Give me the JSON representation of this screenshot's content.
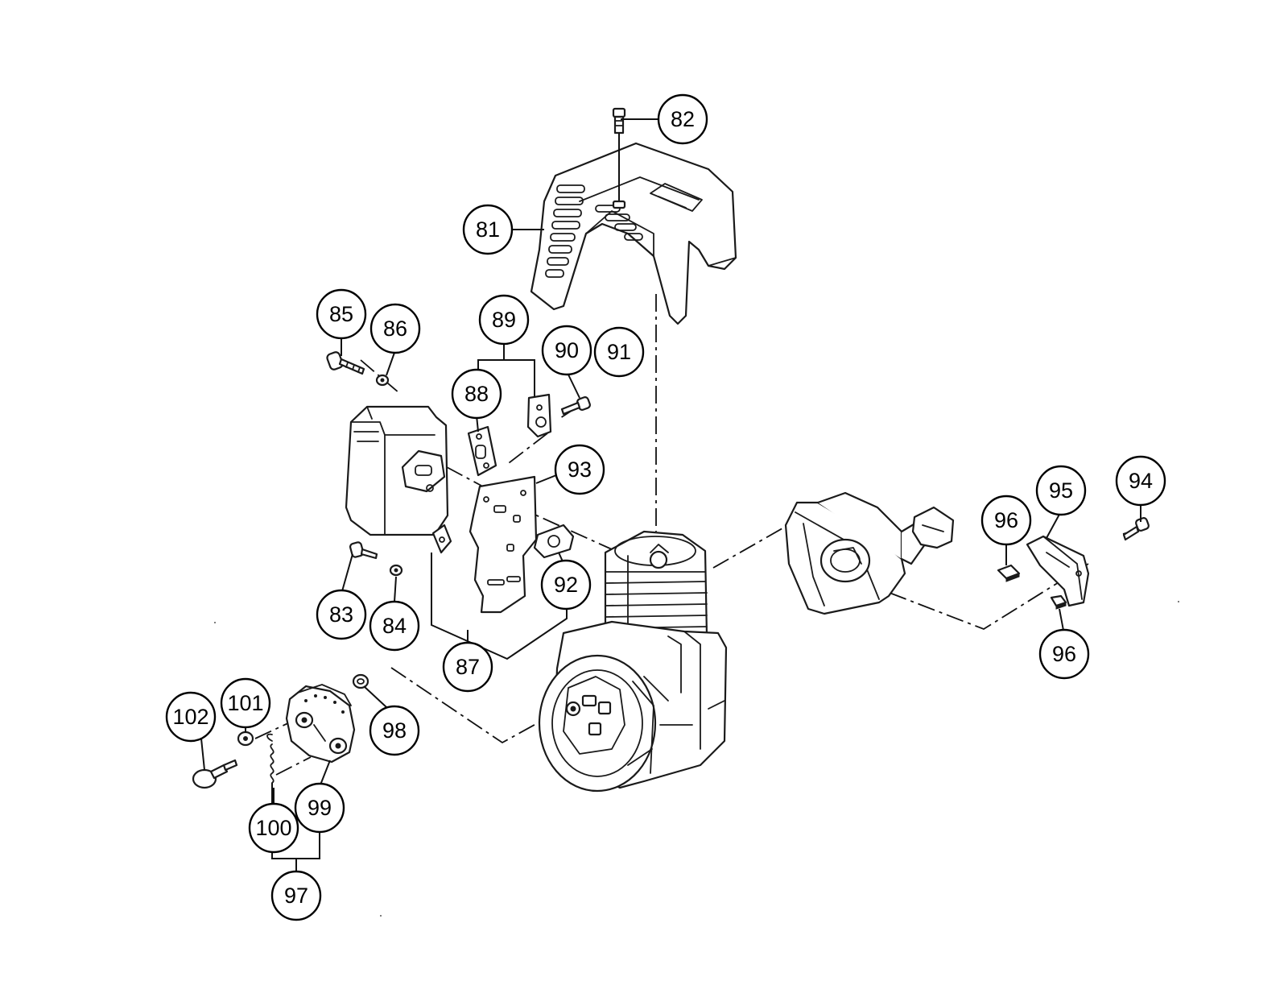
{
  "diagram": {
    "callouts": {
      "c81": "81",
      "c82": "82",
      "c83": "83",
      "c84": "84",
      "c85": "85",
      "c86": "86",
      "c87": "87",
      "c88": "88",
      "c89": "89",
      "c90": "90",
      "c91": "91",
      "c92": "92",
      "c93": "93",
      "c94": "94",
      "c95": "95",
      "c96a": "96",
      "c96b": "96",
      "c97": "97",
      "c98": "98",
      "c99": "99",
      "c100": "100",
      "c101": "101",
      "c102": "102"
    }
  }
}
